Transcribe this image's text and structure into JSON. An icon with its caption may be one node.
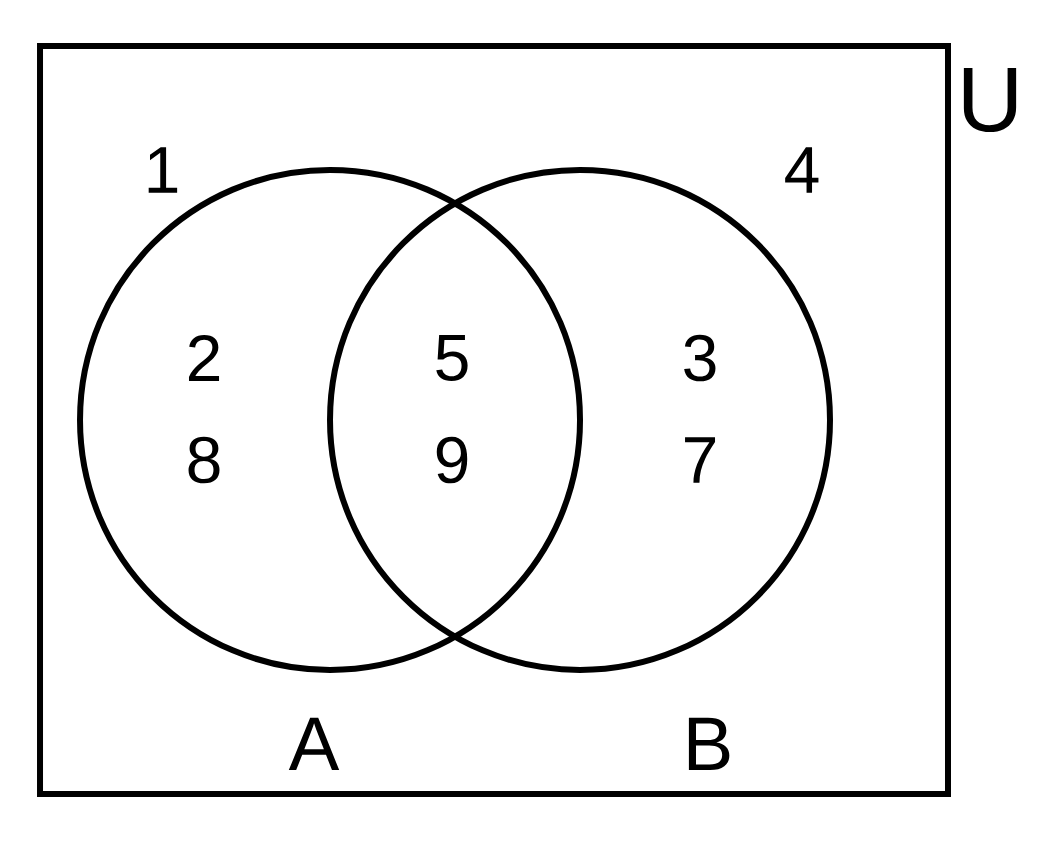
{
  "diagram": {
    "nodes": [
      {
        "text": [
          "U"
        ]
      },
      {
        "text": [
          "A"
        ],
        "in": 0
      },
      {
        "text": [
          "B"
        ],
        "in": 0
      }
    ],
    "labels": [
      "1",
      "4",
      "2",
      "5",
      "3",
      "8",
      "9",
      "7"
    ]
  }
}
